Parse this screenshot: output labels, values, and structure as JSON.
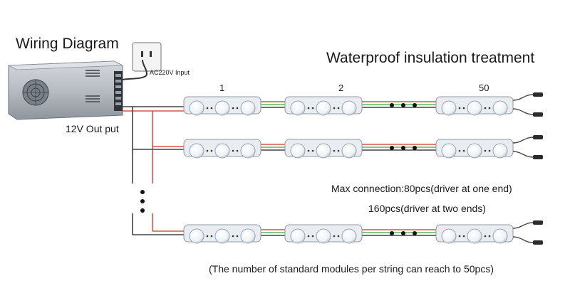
{
  "title": "Wiring Diagram",
  "power_input_label": "AC220V Input",
  "output_label": "12V Out put",
  "waterproof_label": "Waterproof insulation treatment",
  "module_numbers": [
    "1",
    "2",
    "50"
  ],
  "max_connection_line1": "Max connection:80pcs(driver at one end)",
  "max_connection_line2": "160pcs(driver at two ends)",
  "note": "(The number of standard modules per string can reach to 50pcs)",
  "colors": {
    "wire_red": "#d9534f",
    "wire_green": "#5cb85c",
    "wire_dark": "#444444",
    "module_body": "#e9edf1",
    "led": "#f4f8fb",
    "psu_body": "#b7bcc3"
  }
}
